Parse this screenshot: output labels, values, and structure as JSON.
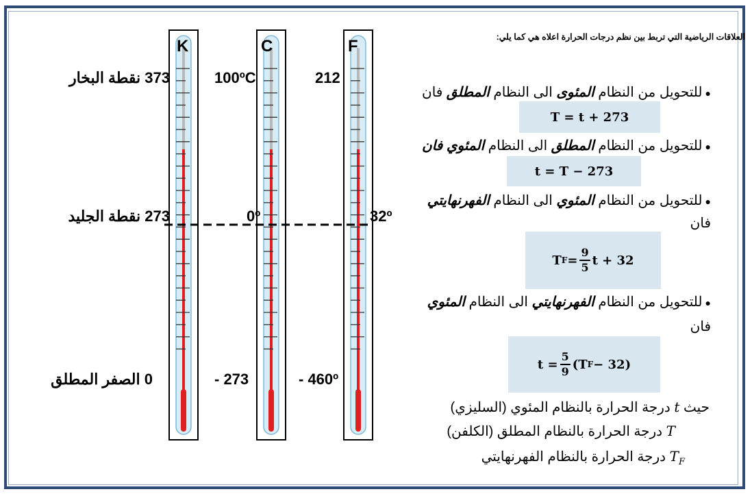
{
  "scales": [
    {
      "letter": "K",
      "top": "373",
      "mid": "273",
      "bottom": "0"
    },
    {
      "letter": "C",
      "top": "100ºC",
      "mid": "0º",
      "bottom": "- 273"
    },
    {
      "letter": "F",
      "top": "212",
      "mid": "32º",
      "bottom": "- 460º"
    }
  ],
  "points": {
    "steam": "نقطة البخار",
    "ice": "نقطة الجليد",
    "absolute_zero": "الصفر المطلق"
  },
  "intro": "العلاقات الرياضية التي تربط بين نظم درجات الحرارة اعلاه هي كما يلي:",
  "conversions": [
    {
      "pre": "للتحويل من النظام ",
      "from": "المئوى",
      "mid": " الى النظام ",
      "to": "المطلق",
      "post": " فان"
    },
    {
      "pre": "للتحويل من النظام ",
      "from": "المطلق",
      "mid": " الى النظام ",
      "to": "المئوي",
      "post": " فان"
    },
    {
      "pre": "للتحويل من النظام ",
      "from": "المئوي",
      "mid": " الى النظام ",
      "to": "الفهرنهايتي",
      "post": ""
    },
    {
      "pre": "للتحويل من النظام ",
      "from": "الفهرنهايتي",
      "mid": " الى النظام ",
      "to": "المئوي",
      "post": ""
    }
  ],
  "fan": "فان",
  "formulas": {
    "f1": "T = t + 273",
    "f2": "t = T − 273",
    "f3_left": "T",
    "f3_sub": "F",
    "f3_eq": " = ",
    "f3_num": "9",
    "f3_den": "5",
    "f3_right": "t + 32",
    "f4_left": "t = ",
    "f4_num": "5",
    "f4_den": "9",
    "f4_right": "(T",
    "f4_sub": "F",
    "f4_tail": " − 32)"
  },
  "definitions": {
    "d1_word": "حيث",
    "d1_var": "t",
    "d1_text": "درجة الحرارة بالنظام المئوي (السليزي)",
    "d2_var": "T",
    "d2_text": "درجة الحرارة بالنظام المطلق (الكلفن)",
    "d3_var": "T",
    "d3_sub": "F",
    "d3_text": "درجة الحرارة بالنظام الفهرنهايتي"
  },
  "colors": {
    "border": "#2e4b7a",
    "mercury": "#e02020",
    "glass": "#d8ecf6",
    "formula_bg": "#d8e6f0"
  }
}
